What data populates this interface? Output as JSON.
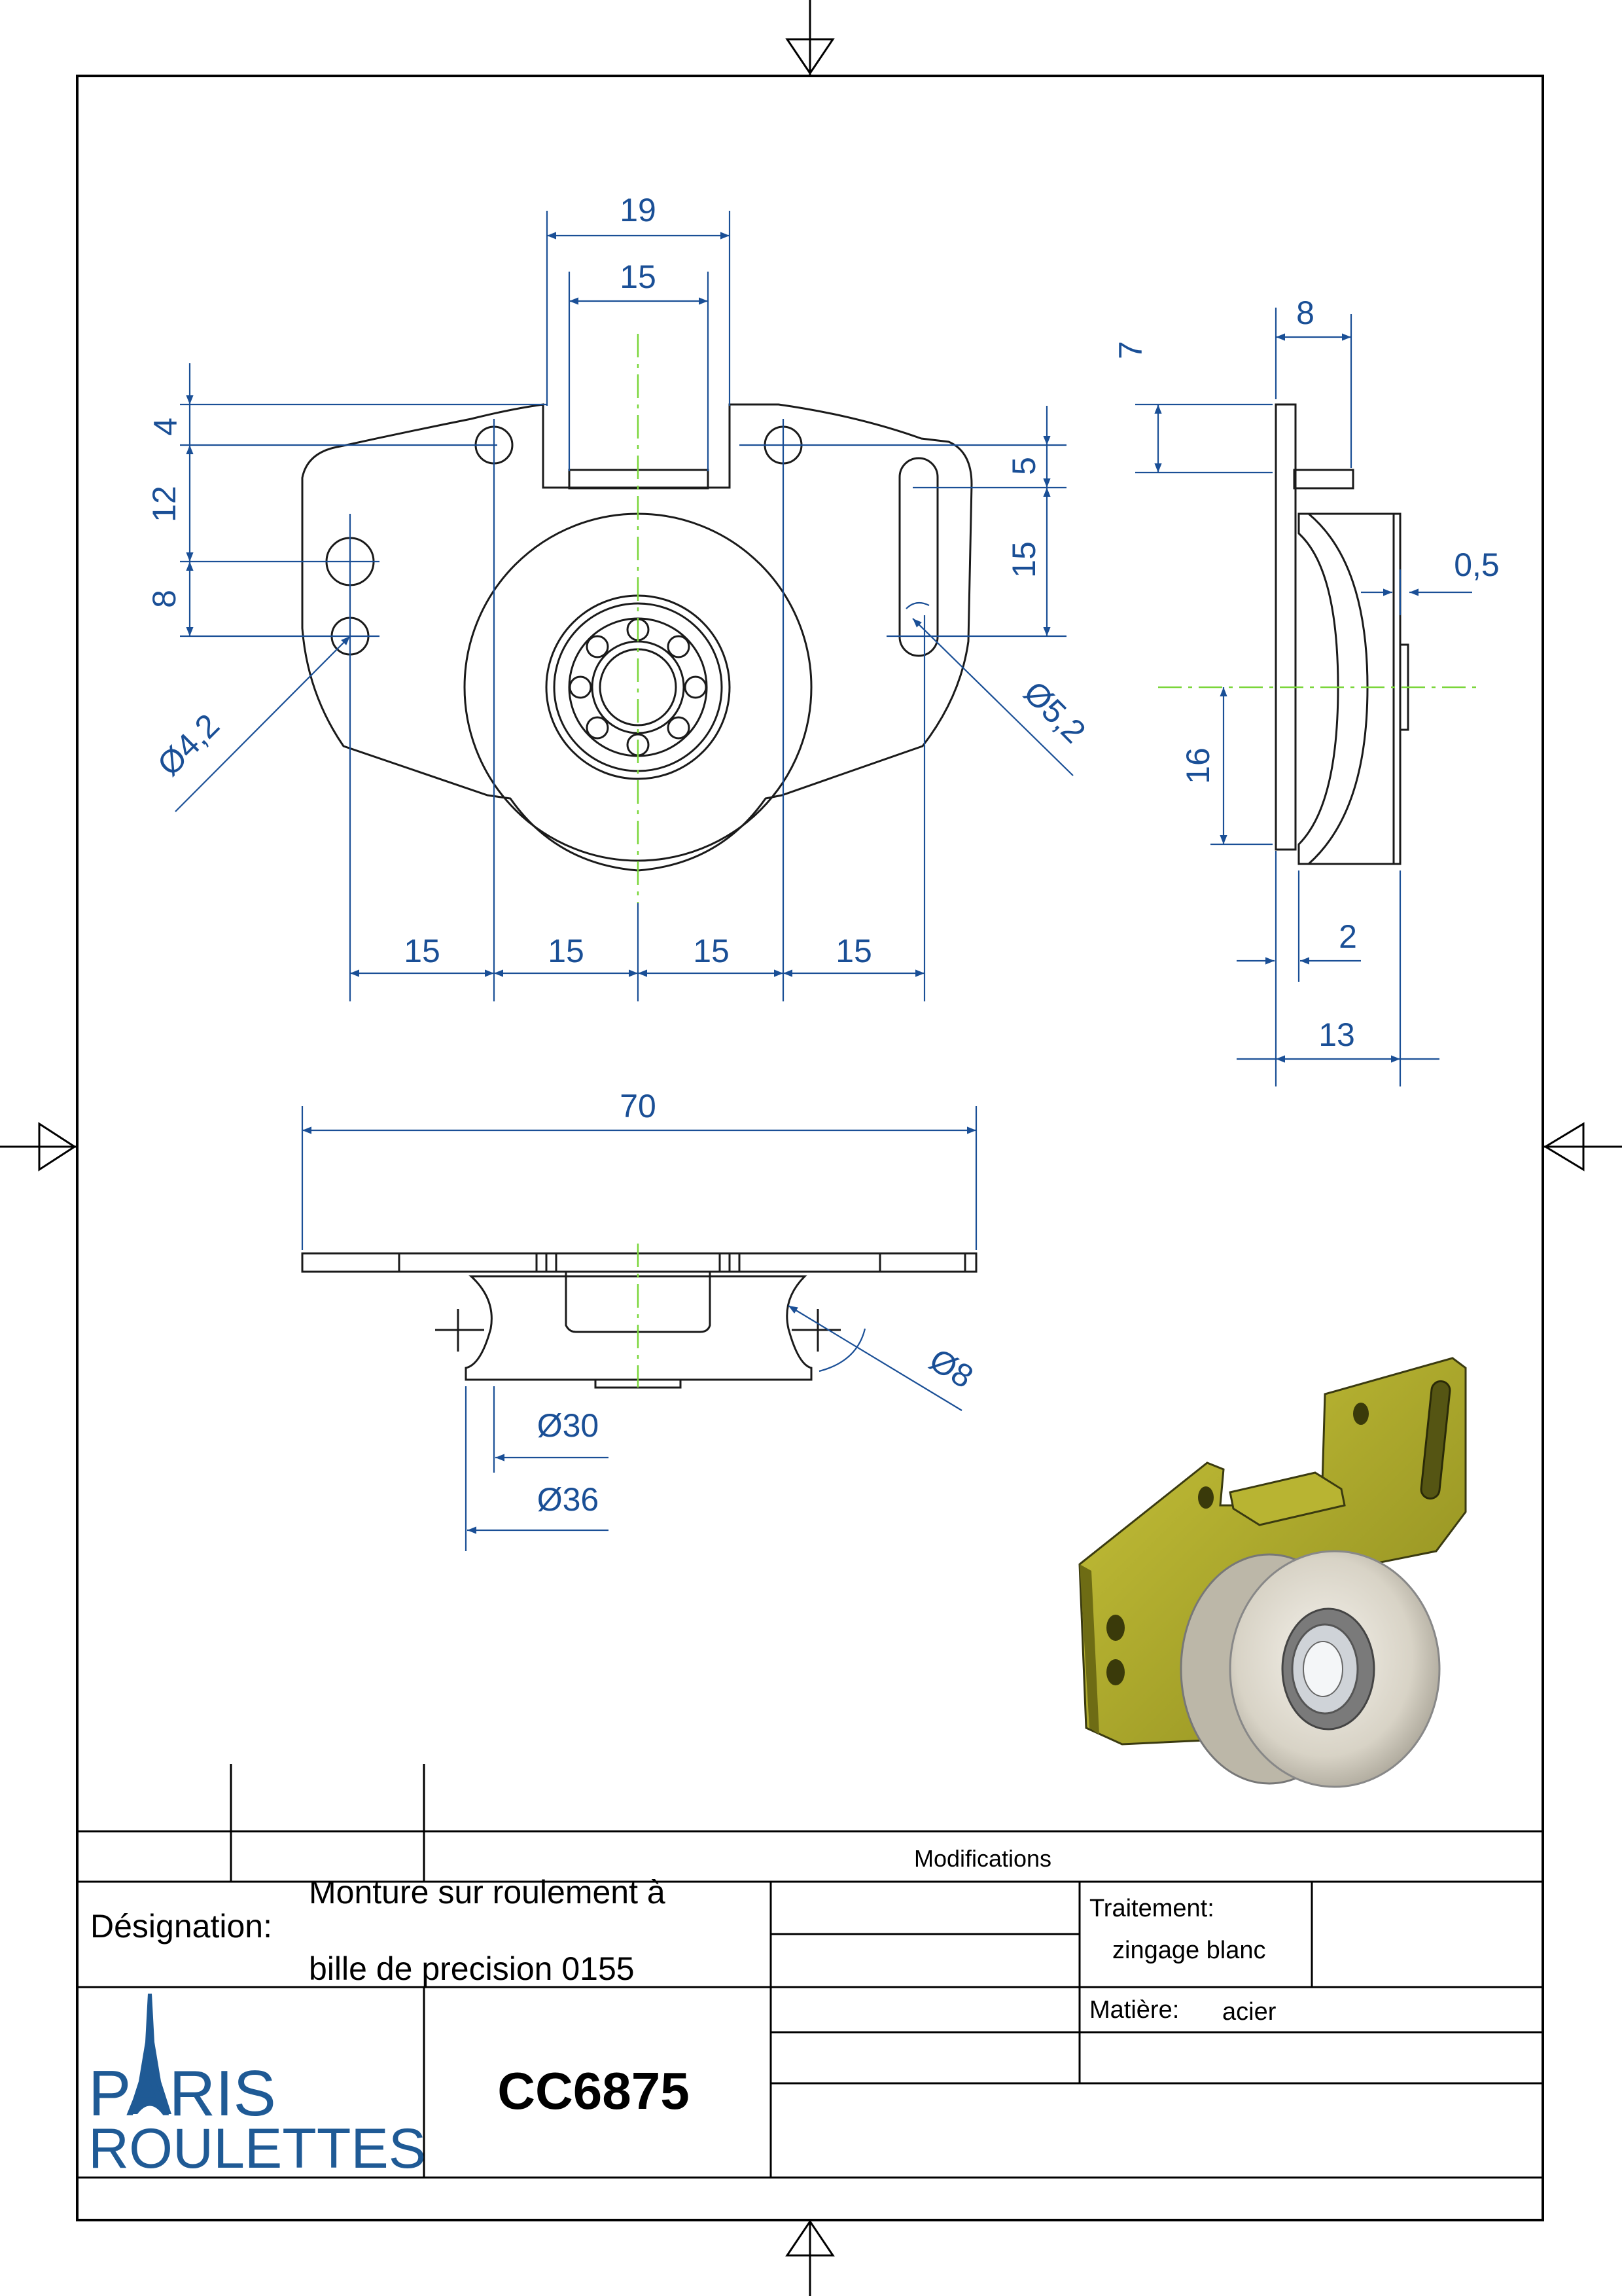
{
  "views": {
    "front": {
      "dims": [
        "19",
        "15",
        "4",
        "12",
        "8",
        "5",
        "15",
        "Ø4,2",
        "Ø5,2",
        "15",
        "15",
        "15",
        "15"
      ]
    },
    "side": {
      "dims": [
        "8",
        "7",
        "0,5",
        "16",
        "2",
        "13"
      ]
    },
    "top": {
      "dims": [
        "70",
        "Ø8",
        "Ø30",
        "Ø36"
      ]
    }
  },
  "title_block": {
    "modifications_label": "Modifications",
    "designation_label": "Désignation:",
    "designation_line1": "Monture sur roulement à",
    "designation_line2": "bille de  precision 0155",
    "traitement_label": "Traitement:",
    "traitement_value": "zingage blanc",
    "matiere_label": "Matière:",
    "matiere_value": "acier",
    "part_number": "CC6875",
    "brand_line1": "PARIS",
    "brand_line2": "ROULETTES"
  },
  "colors": {
    "dimension": "#1a4f96",
    "centerline": "#7ad63a",
    "bracket": "#a9a62a",
    "outline": "#1a1a1a",
    "brand": "#1f5a95"
  }
}
